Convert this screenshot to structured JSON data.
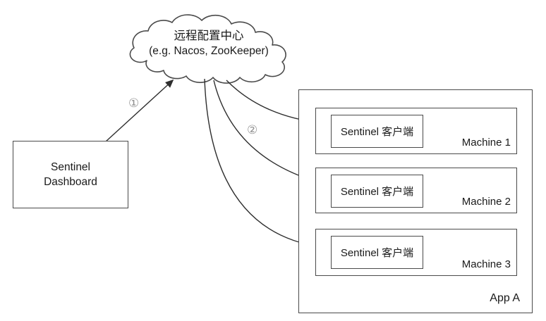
{
  "diagram": {
    "cloud": {
      "title": "远程配置中心",
      "subtitle": "(e.g. Nacos, ZooKeeper)"
    },
    "dashboard": {
      "label": "Sentinel Dashboard"
    },
    "app": {
      "label": "App A",
      "machines": [
        {
          "label": "Machine 1",
          "client_label": "Sentinel 客户端"
        },
        {
          "label": "Machine 2",
          "client_label": "Sentinel 客户端"
        },
        {
          "label": "Machine 3",
          "client_label": "Sentinel 客户端"
        }
      ]
    },
    "annotations": {
      "step1": "①",
      "step2": "②"
    },
    "colors": {
      "background": "#ffffff",
      "border": "#4a4a4a",
      "arrow": "#2e2e2e",
      "text": "#1a1a1a",
      "annotation": "#909090"
    }
  }
}
